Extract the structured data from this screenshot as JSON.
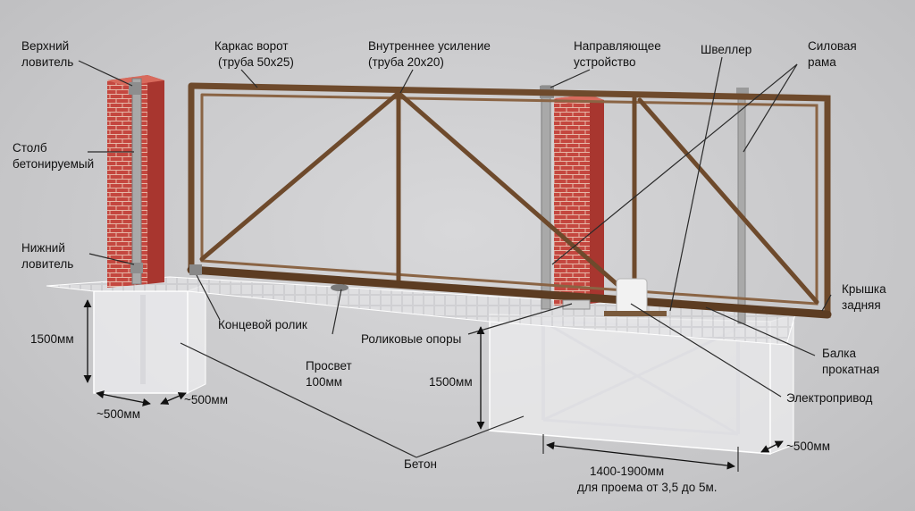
{
  "labels": {
    "top_catcher": [
      "Верхний",
      "ловитель"
    ],
    "pillar": [
      "Столб",
      "бетонируемый"
    ],
    "bottom_catcher": [
      "Нижний",
      "ловитель"
    ],
    "frame": [
      "Каркас ворот",
      "(труба 50х25)"
    ],
    "inner_reinf": [
      "Внутреннее усиление",
      "(труба 20х20)"
    ],
    "guide": [
      "Направляющее",
      "устройство"
    ],
    "channel": "Швеллер",
    "power_frame": [
      "Силовая",
      "рама"
    ],
    "end_roller": "Концевой ролик",
    "roller_supports": "Роликовые опоры",
    "clearance": [
      "Просвет",
      "100мм"
    ],
    "back_cap": [
      "Крышка",
      "задняя"
    ],
    "rolled_beam": [
      "Балка",
      "прокатная"
    ],
    "drive": "Электропривод",
    "concrete": "Бетон"
  },
  "dimensions": {
    "left_depth": "1500мм",
    "left_width": "~500мм",
    "left_length": "~500мм",
    "right_depth": "1500мм",
    "right_length": "1400-1900мм",
    "right_length_note": "для проема от 3,5 до 5м.",
    "right_width": "~500мм"
  },
  "colors": {
    "frame": "#6e4a2c",
    "brick": "#c4473f",
    "metal": "#a9a9a9",
    "concrete": "#eeeef0",
    "background": "#c9c9cb"
  }
}
